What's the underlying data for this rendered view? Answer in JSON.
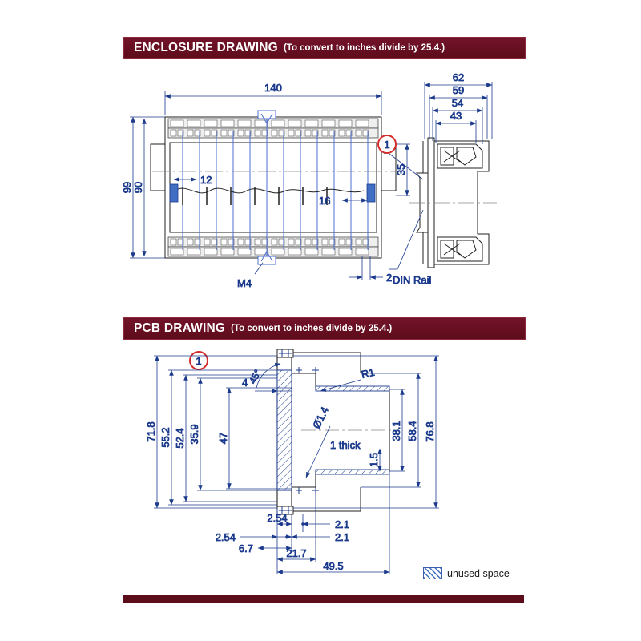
{
  "document": {
    "background_color": "#ffffff",
    "accent_color": "#5d0c1b",
    "line_color": "#1b3a8c",
    "callout_color": "#d42b2b"
  },
  "sections": {
    "enclosure": {
      "title": "ENCLOSURE DRAWING",
      "subtitle": "(To convert to inches divide by 25.4.)",
      "front_view": {
        "overall_width": "140",
        "overall_height": "99",
        "inner_height": "90",
        "window_height": "35",
        "terminal_pitch": "12",
        "spacing": "16",
        "mount_thickness": "2",
        "screw_label": "M4"
      },
      "side_view": {
        "dim_outer": "62",
        "dim_second": "59",
        "dim_third": "54",
        "dim_inner": "43",
        "rail_label": "DIN Rail"
      },
      "callout": "1"
    },
    "pcb": {
      "title": "PCB DRAWING",
      "subtitle": "(To convert to inches divide by 25.4.)",
      "callout": "1",
      "vertical_dims": {
        "d1": "71.8",
        "d2": "55.2",
        "d3": "52.4",
        "d4": "35.9",
        "d5": "47",
        "d6": "4"
      },
      "right_dims": {
        "r1": "1.5",
        "r2": "38.1",
        "r3": "58.4",
        "r4": "76.8"
      },
      "horizontal_dims": {
        "h1": "2.54",
        "h2": "2.1",
        "h3": "2.54",
        "h4": "2.1",
        "h5": "6.7",
        "h6": "21.7",
        "h7": "49.5"
      },
      "annotations": {
        "angle": "45°",
        "radius": "R1",
        "hole": "Ø1.4",
        "thickness": "1 thick"
      }
    }
  },
  "legend": {
    "label": "unused space",
    "swatch_color": "#3f6ec2"
  }
}
